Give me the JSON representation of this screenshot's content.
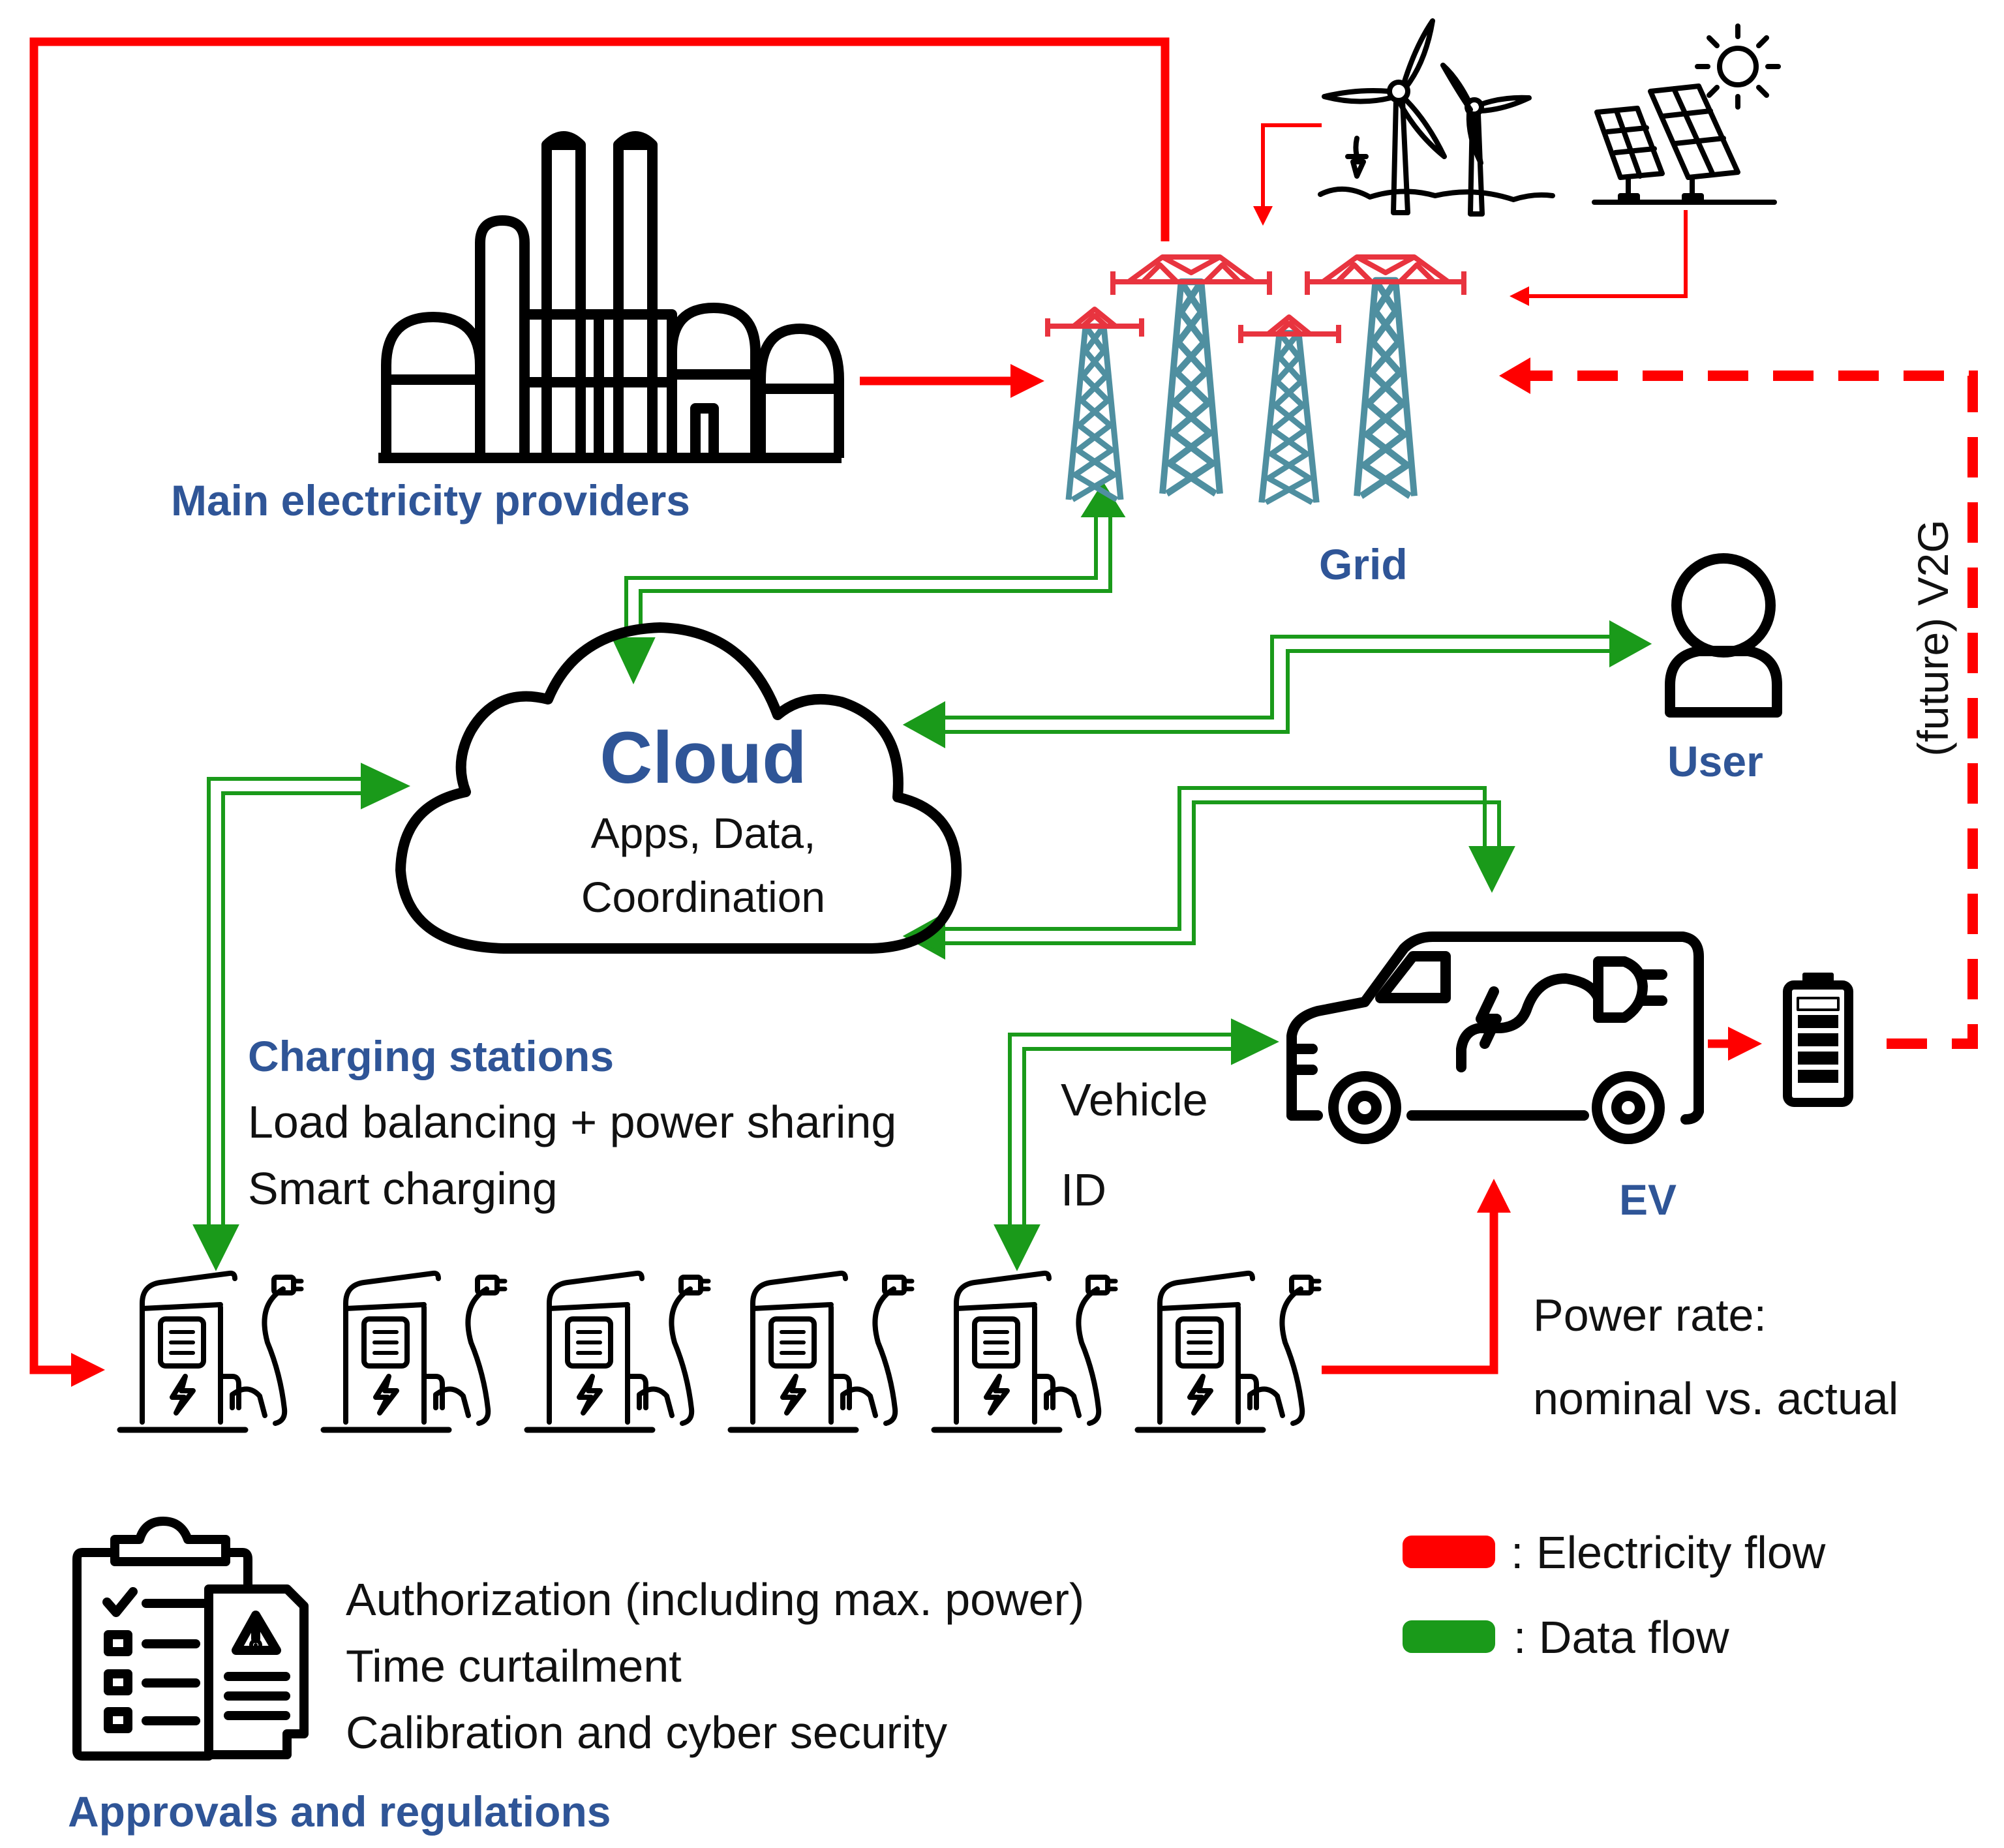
{
  "providers": {
    "label": "Main electricity providers"
  },
  "grid": {
    "label": "Grid"
  },
  "cloud": {
    "title": "Cloud",
    "line1": "Apps, Data,",
    "line2": "Coordination"
  },
  "user": {
    "label": "User"
  },
  "v2g": {
    "label": "(future) V2G"
  },
  "ev": {
    "label": "EV",
    "vehicle_label": "Vehicle",
    "id_label": "ID"
  },
  "stations": {
    "title": "Charging stations",
    "line1": "Load balancing + power sharing",
    "line2": "Smart charging",
    "count": 6
  },
  "power_rate": {
    "line1": "Power rate:",
    "line2": "nominal vs. actual"
  },
  "regulations": {
    "title": "Approvals and regulations",
    "items": [
      "Authorization (including max. power)",
      "Time curtailment",
      "Calibration and cyber security"
    ]
  },
  "legend": {
    "electricity": ": Electricity flow",
    "data": ": Data flow"
  },
  "colors": {
    "electricity": "#ff0000",
    "data": "#1a9a1a",
    "title_blue": "#2f5597",
    "tower_red": "#e8343f",
    "tower_teal": "#4f8fa0"
  },
  "icons": [
    "factory-icon",
    "wind-turbine-icon",
    "solar-panel-icon",
    "transmission-tower-icon",
    "cloud-icon",
    "user-icon",
    "electric-van-icon",
    "battery-icon",
    "charging-station-icon",
    "clipboard-warning-icon"
  ]
}
